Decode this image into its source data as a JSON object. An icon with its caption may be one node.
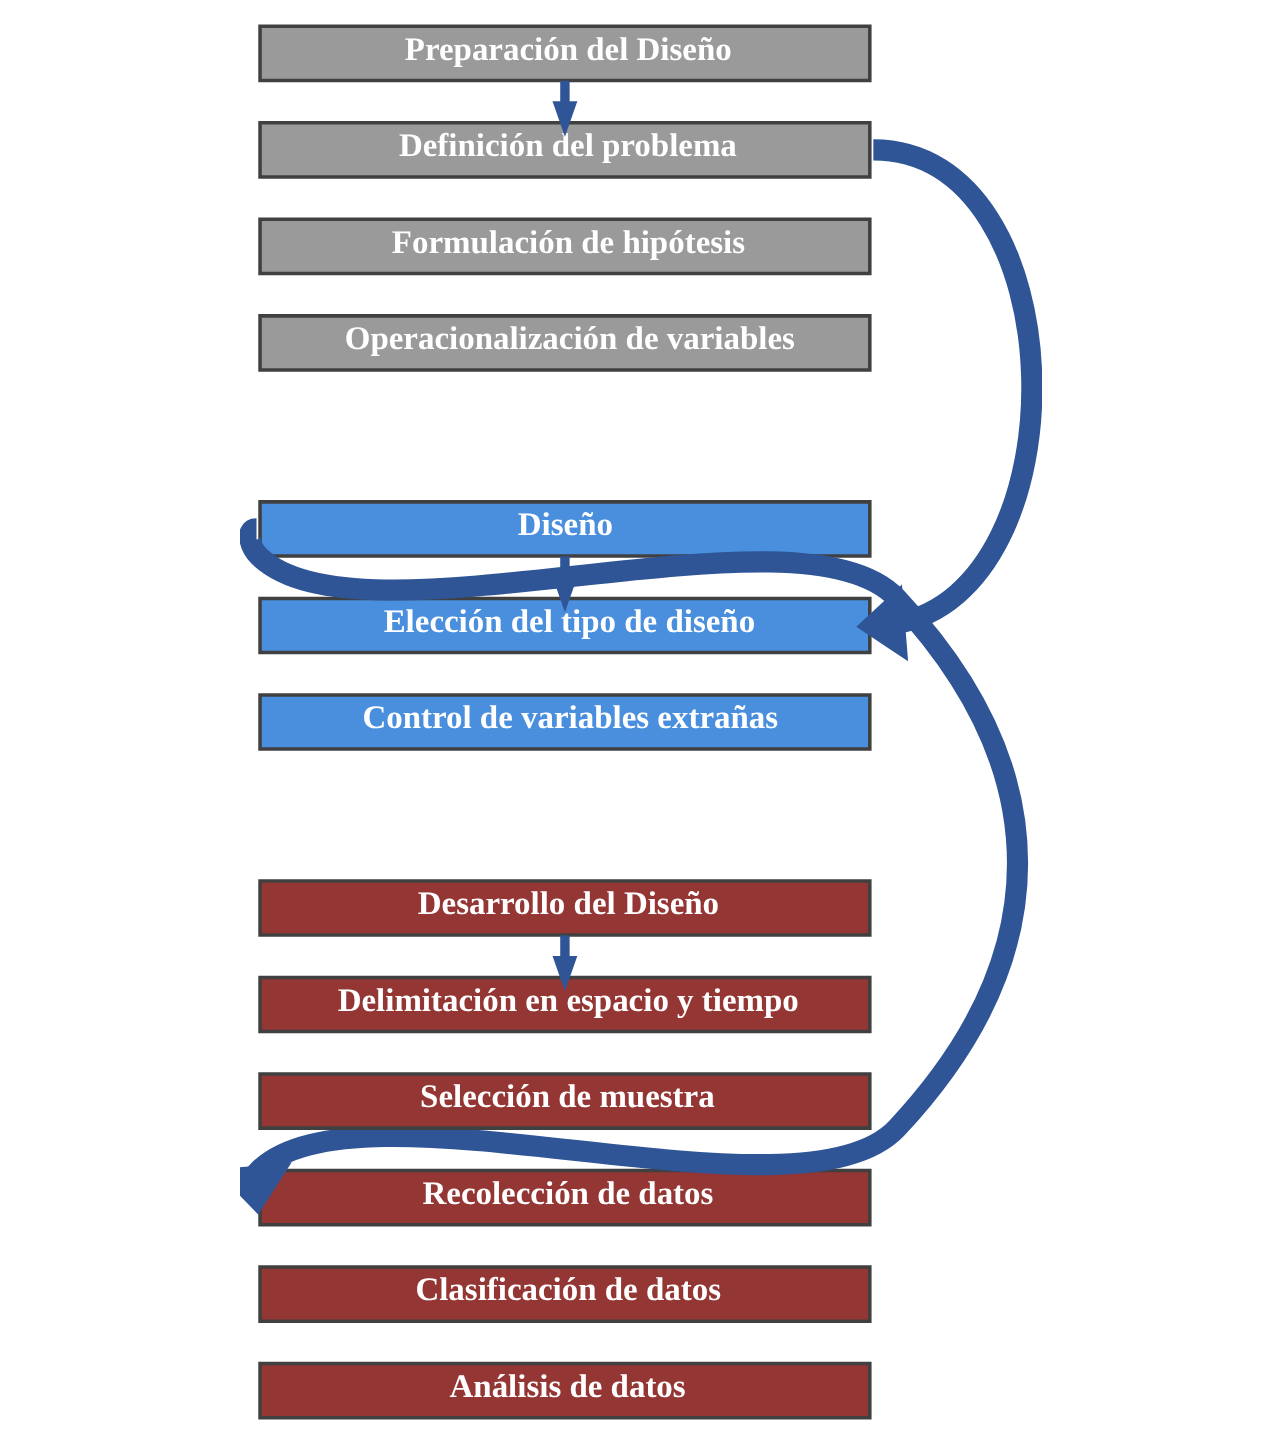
{
  "diagram": {
    "nodes": [
      {
        "text": [
          "Preparación del Diseño"
        ]
      },
      {
        "text": [
          "Definición del problema"
        ]
      },
      {
        "text": [
          "Formulación de hipótesis"
        ]
      },
      {
        "text": [
          "Operacionalización de variables"
        ]
      },
      {
        "text": [
          "Diseño"
        ]
      },
      {
        "text": [
          "Elección del tipo de diseño"
        ]
      },
      {
        "text": [
          "Control de variables extrañas"
        ]
      },
      {
        "text": [
          "Desarrollo del Diseño"
        ]
      },
      {
        "text": [
          "Delimitación en espacio y tiempo"
        ]
      },
      {
        "text": [
          "Selección de muestra"
        ]
      },
      {
        "text": [
          "Recolección de datos"
        ]
      },
      {
        "text": [
          "Clasificación de datos"
        ]
      },
      {
        "text": [
          "Análisis de datos"
        ]
      }
    ],
    "edges": [
      {
        "from": 0,
        "to": 1,
        "arrow": "to"
      },
      {
        "from": 4,
        "to": 5,
        "arrow": "to"
      },
      {
        "from": 7,
        "to": 8,
        "arrow": "to"
      },
      {
        "from": 1,
        "to": 5,
        "arrow": "to",
        "style": "thick"
      },
      {
        "from": 4,
        "to": 10,
        "arrow": "to",
        "style": "thick"
      }
    ]
  }
}
